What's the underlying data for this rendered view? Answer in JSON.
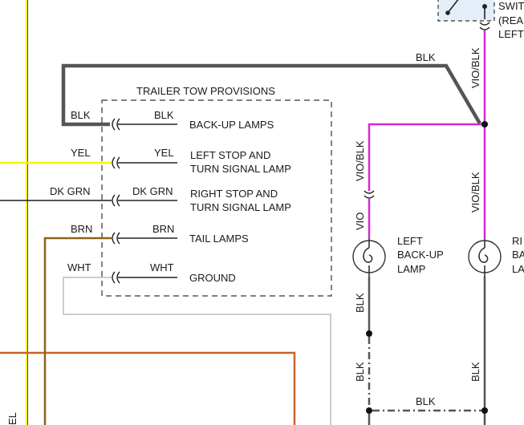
{
  "colors": {
    "black_wire": "#555555",
    "black_wire_thin": "#222222",
    "yellow_wire": "#f5f500",
    "dark_green_wire": "#1c1c1c",
    "brown_wire": "#8a6516",
    "white_wire": "#cccccc",
    "violet_black_wire": "#d528d5",
    "orange_wire": "#c8642a",
    "switch_box_fill": "#e4eef8",
    "box_outline": "#333333"
  },
  "switch_label": [
    "SWIT",
    "(REA",
    "LEFT"
  ],
  "trailer_box": {
    "title": "TRAILER TOW PROVISIONS",
    "circuits": [
      {
        "wire_in": "BLK",
        "wire_out": "BLK",
        "label": [
          "BACK-UP LAMPS"
        ]
      },
      {
        "wire_in": "YEL",
        "wire_out": "YEL",
        "label": [
          "LEFT STOP AND",
          "TURN SIGNAL LAMP"
        ]
      },
      {
        "wire_in": "DK GRN",
        "wire_out": "DK GRN",
        "label": [
          "RIGHT STOP AND",
          "TURN SIGNAL LAMP"
        ]
      },
      {
        "wire_in": "BRN",
        "wire_out": "BRN",
        "label": [
          "TAIL LAMPS"
        ]
      },
      {
        "wire_in": "WHT",
        "wire_out": "WHT",
        "label": [
          "GROUND"
        ]
      }
    ]
  },
  "wire_labels": {
    "top_black": "BLK",
    "vertical_vio_blk_top": "VIO/BLK",
    "left_vio_blk": "VIO/BLK",
    "left_vio": "VIO",
    "right_vio_blk": "VIO/BLK",
    "left_lamp_blk": "BLK",
    "left_lower_blk": "BLK",
    "right_lower_blk": "BLK",
    "bottom_blk": "BLK",
    "far_left_partial": "EL"
  },
  "left_lamp": {
    "label": [
      "LEFT",
      "BACK-UP",
      "LAMP"
    ]
  },
  "right_lamp": {
    "label": [
      "RI",
      "BA",
      "LA"
    ]
  }
}
